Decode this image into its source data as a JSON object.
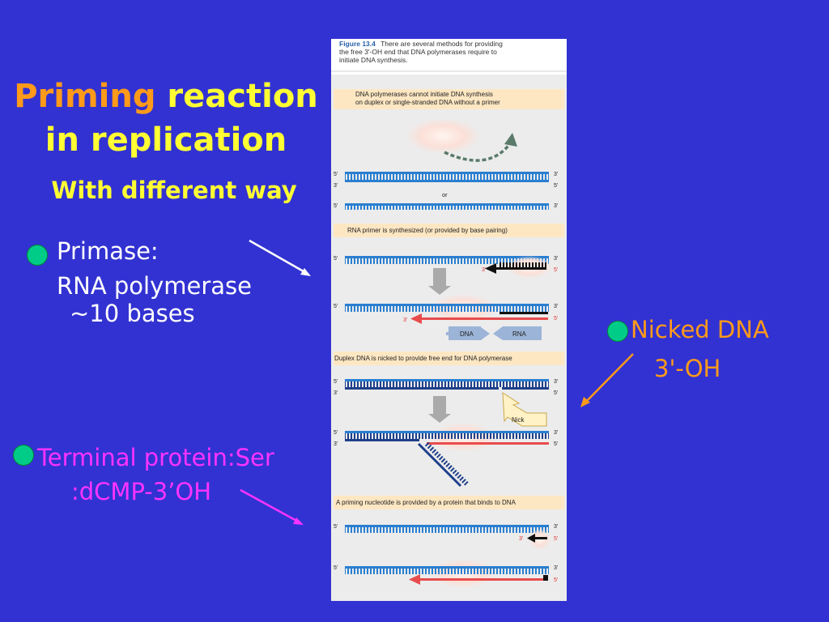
{
  "slide": {
    "title_word1": "Priming",
    "title_word2": "reaction",
    "title_line2": "in replication",
    "subtitle": "With different way"
  },
  "primase": {
    "heading": "Primase:",
    "line2": "RNA polymerase",
    "line3": "~10 bases"
  },
  "nicked": {
    "heading": "Nicked DNA",
    "line2": "3'-OH"
  },
  "terminal": {
    "line1": "Terminal protein:Ser",
    "line2": ":dCMP-3’OH"
  },
  "figure": {
    "caption_bold": "Figure 13.4",
    "caption_l1": "There are several methods for providing",
    "caption_l2": "the free 3'-OH end that DNA polymerases require to",
    "caption_l3": "initiate DNA synthesis.",
    "panel1_l1": "DNA polymerases cannot initiate DNA synthesis",
    "panel1_l2": "on duplex or single-stranded DNA without a primer",
    "or_label": "or",
    "panel2": "RNA primer is synthesized (or provided by base pairing)",
    "dna_label": "DNA",
    "rna_label": "RNA",
    "panel3": "Duplex DNA is nicked to provide free end for DNA polymerase",
    "nick_label": "Nick",
    "panel4": "A priming nucleotide is provided by a protein that binds to DNA",
    "end5": "5'",
    "end3": "3'"
  },
  "colors": {
    "background": "#3232d2",
    "bullet": "#00cc88",
    "orange": "#ff9a1a",
    "yellow": "#ffff33",
    "magenta": "#ff33ff",
    "dna_blue": "#2a7fd0",
    "strand_dark": "#1e3f8a",
    "primer_red": "#e84c4c",
    "panel_header": "#fde7c3"
  }
}
